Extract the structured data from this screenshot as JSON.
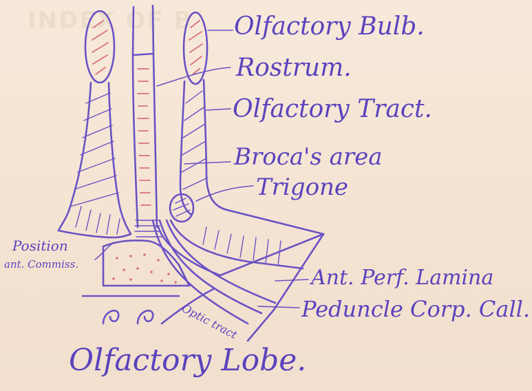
{
  "page_heading": "INDEX OF B",
  "labels": {
    "olfactory_bulb": "Olfactory Bulb.",
    "rostrum": "Rostrum.",
    "olfactory_tract": "Olfactory Tract.",
    "brocas_area": "Broca's area",
    "trigone": "Trigone",
    "position_ant_comm_1": "Position",
    "position_ant_comm_2": "ant. Commiss.",
    "ant_perf_lamina": "Ant. Perf. Lamina",
    "peduncle_corp_call": "Peduncle Corp. Call.",
    "optic_tract": "Optic tract",
    "caption": "Olfactory Lobe."
  },
  "colors": {
    "ink": "#6a52c4",
    "pencil": "#d9707e",
    "paper": "#f5e6d6"
  }
}
